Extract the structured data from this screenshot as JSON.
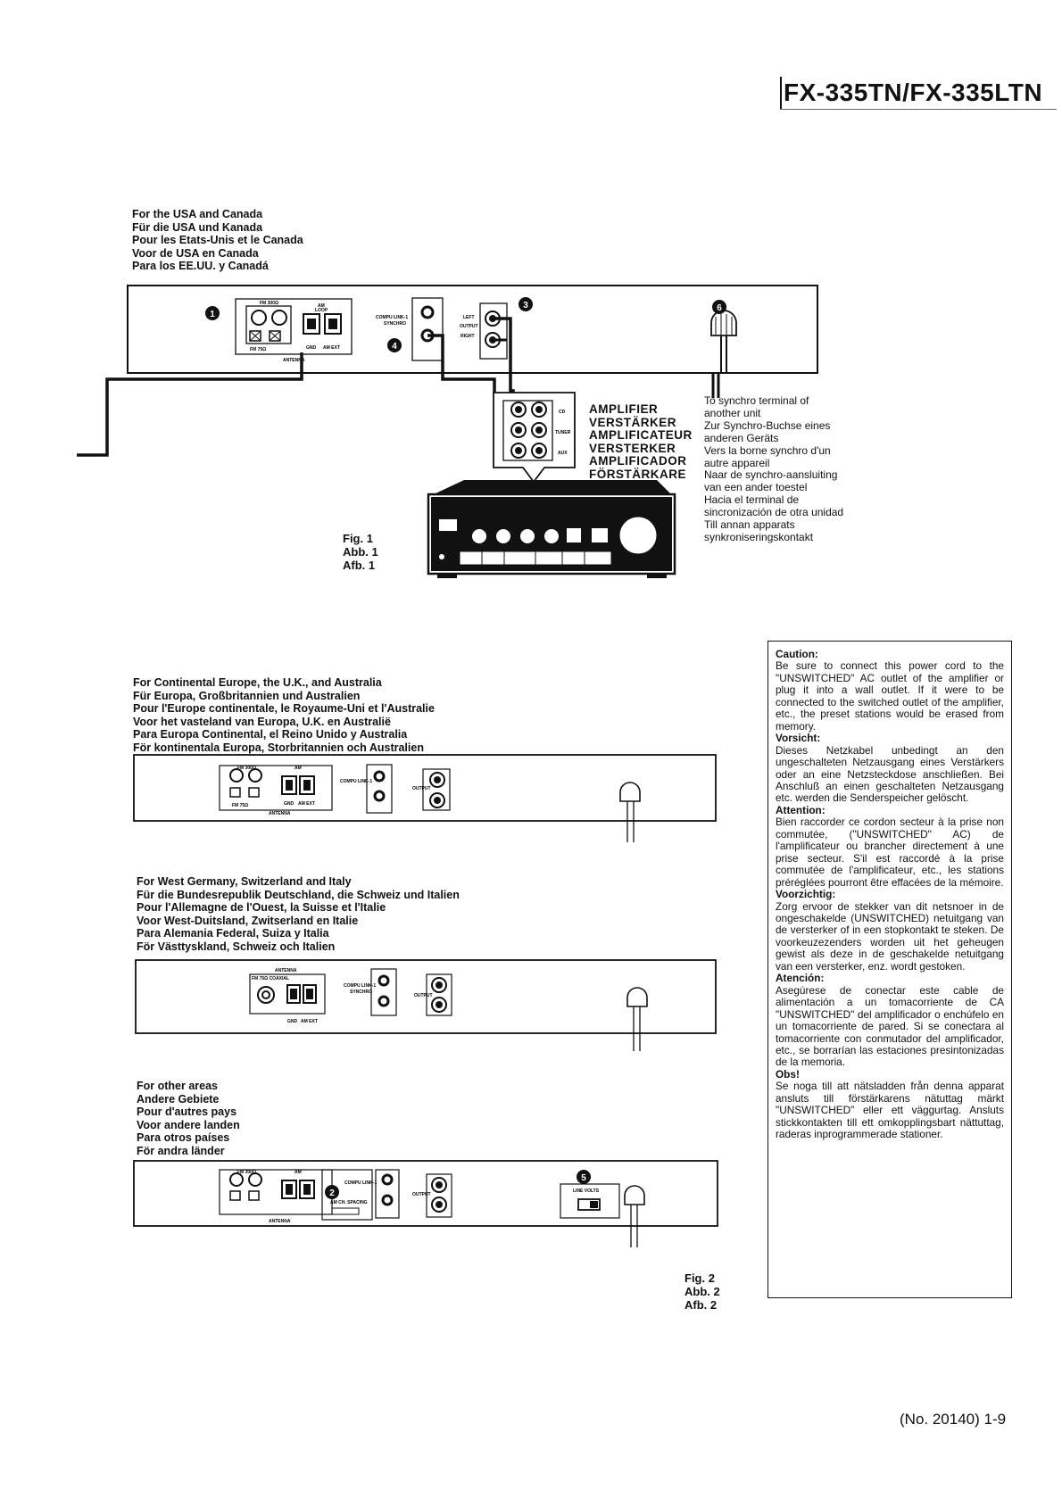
{
  "header": {
    "model": "FX-335TN/FX-335LTN"
  },
  "section_usa": {
    "lines": [
      "For the USA and Canada",
      "Für die USA und Kanada",
      "Pour les Etats-Unis et le Canada",
      "Voor de USA en Canada",
      "Para los EE.UU. y Canadá"
    ]
  },
  "fig1": {
    "callouts": {
      "c1": "1",
      "c3": "3",
      "c4": "4",
      "c6": "6"
    },
    "panel_labels": {
      "fm300": "FM 300Ω",
      "am": "AM",
      "loop": "LOOP",
      "fm75": "FM 75Ω",
      "gnd": "GND",
      "amext": "AM EXT",
      "antenna": "ANTENNA",
      "compulink": "COMPU LINK-1",
      "synchro": "SYNCHRO",
      "left": "LEFT",
      "output": "OUTPUT",
      "right": "RIGHT",
      "cd": "CD",
      "tuner": "TUNER",
      "aux": "AUX"
    },
    "amplifier_label": [
      "AMPLIFIER",
      "VERSTÄRKER",
      "AMPLIFICATEUR",
      "VERSTERKER",
      "AMPLIFICADOR",
      "FÖRSTÄRKARE"
    ],
    "synchro_note": [
      "To synchro terminal of",
      "another unit",
      "Zur Synchro-Buchse eines",
      "anderen Geräts",
      "Vers la borne synchro d'un",
      "autre appareil",
      "Naar de synchro-aansluiting",
      "van een ander toestel",
      "Hacia el terminal de",
      "sincronización de otra unidad",
      "Till annan apparats",
      "synkroniseringskontakt"
    ],
    "caption": [
      "Fig. 1",
      "Abb. 1",
      "Afb. 1"
    ]
  },
  "section_europe": {
    "lines": [
      "For Continental Europe, the U.K., and Australia",
      "Für Europa, Großbritannien und Australien",
      "Pour l'Europe continentale, le Royaume-Uni et l'Australie",
      "Voor het vasteland van Europa, U.K. en Australië",
      "Para Europa Continental, el Reino Unido y Australia",
      "För kontinentala Europa, Storbritannien och Australien"
    ]
  },
  "section_germany": {
    "lines": [
      "For West Germany, Switzerland and Italy",
      "Für die Bundesrepublik Deutschland, die Schweiz  und Italien",
      "Pour l'Allemagne de l'Ouest, la Suisse et l'Italie",
      "Voor West-Duitsland, Zwitserland en Italie",
      "Para Alemania Federal, Suiza y Italia",
      "För Västtyskland, Schweiz och Italien"
    ]
  },
  "germany_panel": {
    "antenna": "ANTENNA",
    "fm75coaxial": "FM 75Ω COAXIAL"
  },
  "section_other": {
    "lines": [
      "For other areas",
      "Andere Gebiete",
      "Pour d'autres pays",
      "Voor andere landen",
      "Para otros países",
      "För andra länder"
    ]
  },
  "other_panel": {
    "c2": "2",
    "c5": "5",
    "line_volts": "LINE VOLTS",
    "am_ch_spacing": "AM CH. SPACING"
  },
  "fig2": {
    "caption": [
      "Fig. 2",
      "Abb. 2",
      "Afb. 2"
    ]
  },
  "caution": {
    "caution_h": "Caution:",
    "caution_t": "Be sure to connect this power cord to the \"UNSWITCHED\" AC outlet of the amplifier or plug it into a wall outlet. If it were to be connected to the switched outlet of the amplifier, etc., the preset stations would be erased from memory.",
    "vorsicht_h": "Vorsicht:",
    "vorsicht_t": "Dieses Netzkabel unbedingt an den ungeschalteten Netzausgang eines Verstärkers oder an eine Netzsteckdose anschließen. Bei Anschluß an einen geschalteten Netzausgang etc. werden die Senderspeicher gelöscht.",
    "attention_h": "Attention:",
    "attention_t": "Bien raccorder ce cordon secteur à la prise non commutée, (\"UNSWITCHED\" AC) de l'amplificateur ou brancher directement à une prise secteur. S'il est raccordé à la prise commutée de l'amplificateur, etc., les stations préréglées pourront être effacées de la mémoire.",
    "voorzichtig_h": "Voorzichtig:",
    "voorzichtig_t": "Zorg ervoor de stekker van dit netsnoer in de ongeschakelde (UNSWITCHED) netuitgang van de versterker of in een stopkontakt te steken. De voorkeuzezenders worden uit het geheugen gewist als deze in de geschakelde netuitgang van een versterker, enz. wordt gestoken.",
    "atencion_h": "Atención:",
    "atencion_t": "Asegúrese de conectar este cable de alimentación a un tomacorriente de CA \"UNSWITCHED\" del amplificador o enchúfelo en un tomacorriente de pared. Si se conectara al tomacorriente con conmutador del amplificador, etc., se borrarían las estaciones presintonizadas de la memoria.",
    "obs_h": "Obs!",
    "obs_t": "Se noga till att nätsladden från denna apparat ansluts till förstärkarens nätuttag märkt \"UNSWITCHED\" eller ett väggurtag. Ansluts stickkontakten till ett omkopplingsbart nättuttag, raderas inprogrammerade stationer."
  },
  "footer": {
    "page_number": "(No. 20140) 1-9"
  }
}
